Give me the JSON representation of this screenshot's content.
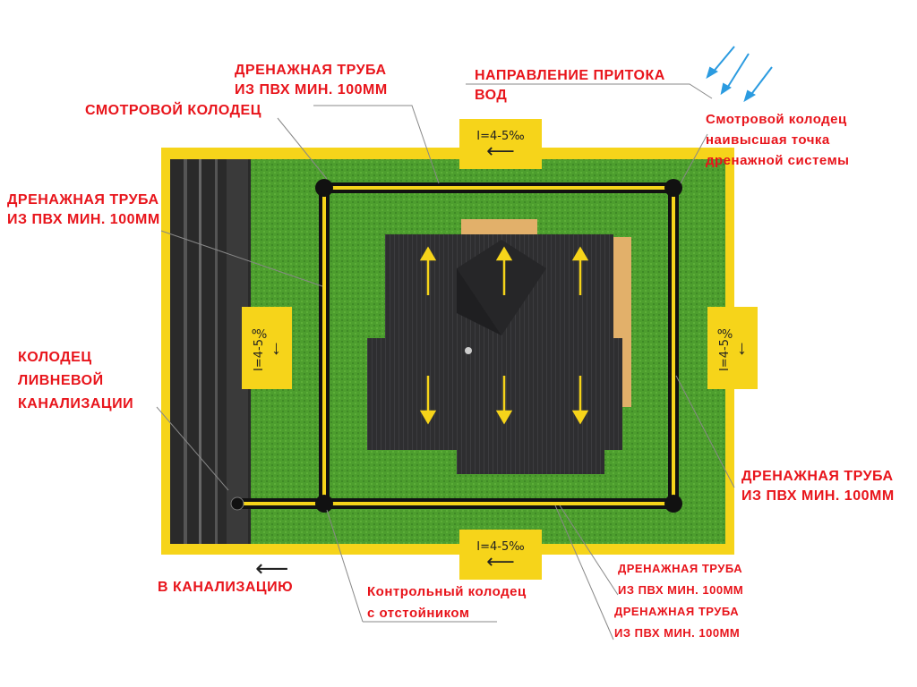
{
  "labels": {
    "pipe_top_1": "ДРЕНАЖНАЯ ТРУБА",
    "pipe_top_2": "ИЗ ПВХ МИН. 100ММ",
    "inspection_well_top": "СМОТРОВОЙ КОЛОДЕЦ",
    "water_flow_1": "НАПРАВЛЕНИЕ ПРИТОКА",
    "water_flow_2": "ВОД",
    "highest_well_1": "Смотровой колодец",
    "highest_well_2": "наивысшая точка",
    "highest_well_3": "дренажной системы",
    "pipe_left_1": "ДРЕНАЖНАЯ ТРУБА",
    "pipe_left_2": "ИЗ ПВХ МИН. 100ММ",
    "storm_well_1": "КОЛОДЕЦ",
    "storm_well_2": "ЛИВНЕВОЙ",
    "storm_well_3": "КАНАЛИЗАЦИИ",
    "pipe_right_1": "ДРЕНАЖНАЯ ТРУБА",
    "pipe_right_2": "ИЗ ПВХ МИН. 100ММ",
    "to_sewer": "В КАНАЛИЗАЦИЮ",
    "control_well_1": "Контрольный колодец",
    "control_well_2": "с отстойником",
    "pipe_bottom_a1": "ДРЕНАЖНАЯ ТРУБА",
    "pipe_bottom_a2": "ИЗ ПВХ МИН. 100ММ",
    "pipe_bottom_b1": "ДРЕНАЖНАЯ ТРУБА",
    "pipe_bottom_b2": "ИЗ ПВХ МИН. 100ММ"
  },
  "slopes": {
    "top": "I=4-5‰",
    "bottom": "I=4-5‰",
    "left": "I=4-5‰",
    "right": "I=4-5‰"
  },
  "colors": {
    "label_red": "#e8141b",
    "frame_yellow": "#f6d41a",
    "grass": "#4a9a2c",
    "roof": "#2b2b2d",
    "road": "#2a2a2a",
    "water_arrows": "#2b9be0"
  }
}
